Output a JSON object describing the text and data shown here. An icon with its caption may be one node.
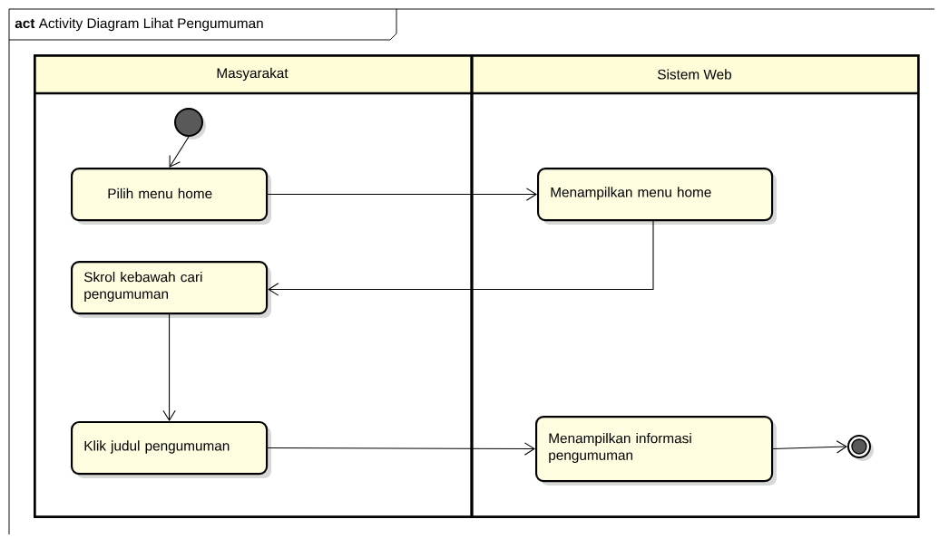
{
  "diagram": {
    "title": "**act** Activity Diagram Lihat Pengumuman",
    "nodes": [
      {
        "text": [
          "Masyarakat"
        ]
      },
      {
        "text": [
          "Sistem Web"
        ]
      },
      {
        "text": [],
        "shape": "circle",
        "in": 0
      },
      {
        "text": [
          "Pilih menu home"
        ],
        "in": 0
      },
      {
        "text": [
          "Menampilkan menu home"
        ],
        "in": 1
      },
      {
        "text": [
          "Skrol kebawah cari pengumuman"
        ],
        "in": 0
      },
      {
        "text": [
          "Klik judul pengumuman"
        ],
        "in": 0
      },
      {
        "text": [
          "Menampilkan informasi pengumuman"
        ],
        "in": 1
      },
      {
        "text": [],
        "shape": "circle",
        "in": 1
      }
    ],
    "edges": [
      {
        "from": 2,
        "to": 3,
        "arrow": "to"
      },
      {
        "from": 3,
        "to": 4,
        "arrow": "to"
      },
      {
        "from": 4,
        "to": 5,
        "arrow": "to"
      },
      {
        "from": 5,
        "to": 6,
        "arrow": "to"
      },
      {
        "from": 6,
        "to": 7,
        "arrow": "to"
      },
      {
        "from": 7,
        "to": 8,
        "arrow": "to"
      }
    ]
  }
}
